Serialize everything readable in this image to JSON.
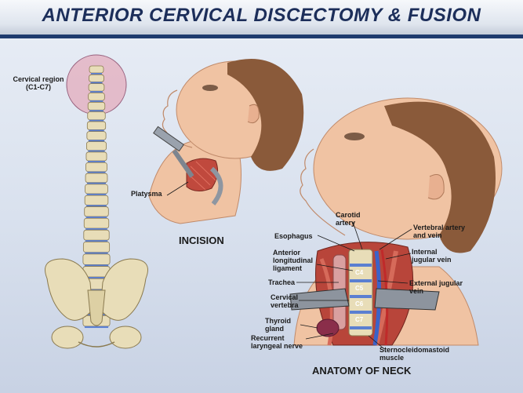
{
  "title": "ANTERIOR CERVICAL DISCECTOMY & FUSION",
  "spine": {
    "region_label_line1": "Cervical region",
    "region_label_line2": "(C1-C7)"
  },
  "incision": {
    "label_platysma": "Platysma",
    "panel_title": "INCISION"
  },
  "neck": {
    "panel_title": "ANATOMY OF NECK",
    "labels": {
      "carotid_1": "Carotid",
      "carotid_2": "artery",
      "vertebral_1": "Vertebral artery",
      "vertebral_2": "and vein",
      "esophagus": "Esophagus",
      "internal_1": "Internal",
      "internal_2": "jugular vein",
      "anterior_1": "Anterior",
      "anterior_2": "longitudinal",
      "anterior_3": "ligament",
      "trachea": "Trachea",
      "external_1": "External jugular",
      "external_2": "vein",
      "cervical_1": "Cervical",
      "cervical_2": "vertebra",
      "thyroid_1": "Thyroid",
      "thyroid_2": "gland",
      "recurrent_1": "Recurrent",
      "recurrent_2": "laryngeal nerve",
      "scm_1": "Sternocleidomastoid",
      "scm_2": "muscle"
    },
    "vertebra_labels": [
      "C4",
      "C5",
      "C6",
      "C7"
    ]
  },
  "colors": {
    "title": "#1c2e5a",
    "stripe": "#1e3a6e",
    "bone": "#e8ddb8",
    "disc": "#5b7fd1",
    "skin": "#f0c3a3",
    "hair": "#8a5a3a",
    "muscle": "#c0493d"
  }
}
